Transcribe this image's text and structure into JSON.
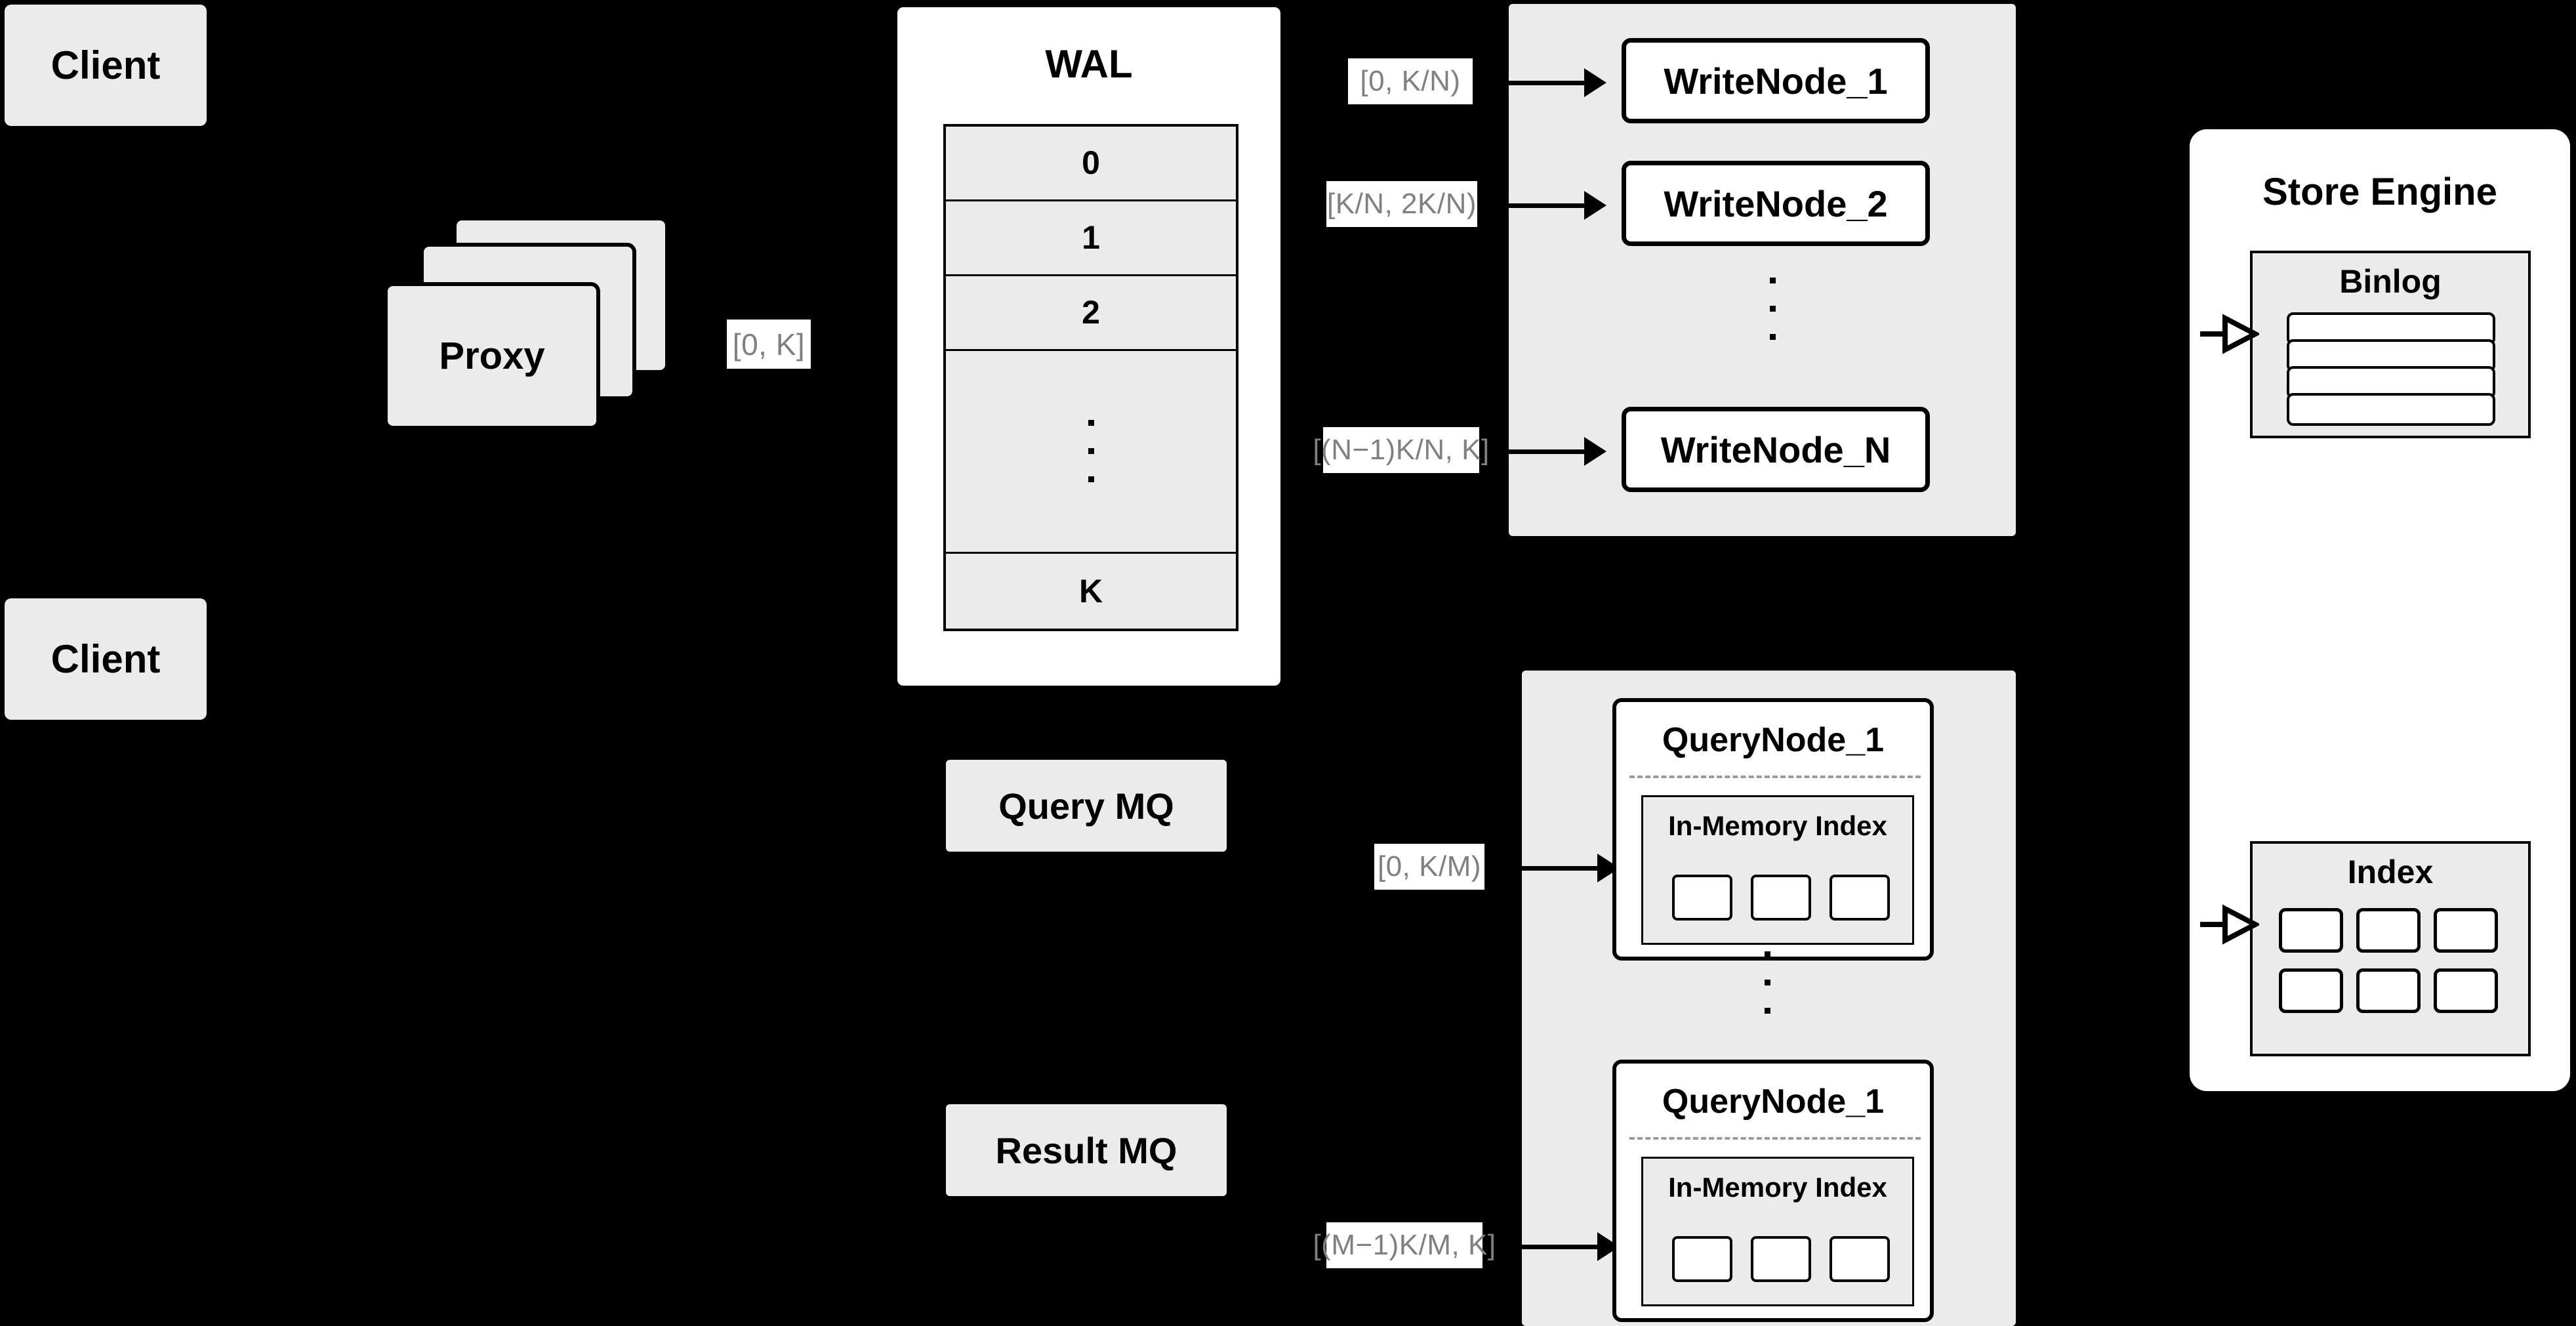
{
  "diagram": {
    "title": "Distributed write/query architecture",
    "background": "#000000",
    "accent_gray": "#ebebeb",
    "label_text_color": "#808080"
  },
  "clients": [
    {
      "label": "Client"
    },
    {
      "label": "Client"
    }
  ],
  "proxy": {
    "label": "Proxy",
    "stack_count": 3
  },
  "wal": {
    "title": "WAL",
    "rows": [
      "0",
      "1",
      "2",
      "",
      "K"
    ],
    "ellipsis_dots": 3
  },
  "edge_labels": {
    "proxy_to_wal": "[0, K]",
    "wal_to_writenode_1": "[0,  K/N)",
    "wal_to_writenode_2": "[K/N, 2K/N)",
    "wal_to_writenode_n": "[(N−1)K/N,  K]",
    "mq_to_querynode_1": "[0, K/M)",
    "mq_to_querynode_m": "[(M−1)K/M, K]"
  },
  "write_group": {
    "nodes": [
      {
        "label": "WriteNode_1"
      },
      {
        "label": "WriteNode_2"
      },
      {
        "label": "WriteNode_N"
      }
    ],
    "ellipsis_dots": 3
  },
  "queues": [
    {
      "label": "Query MQ"
    },
    {
      "label": "Result MQ"
    }
  ],
  "query_group": {
    "nodes": [
      {
        "label": "QueryNode_1",
        "index_label": "In-Memory Index",
        "index_cells": 3
      },
      {
        "label": "QueryNode_1",
        "index_label": "In-Memory Index",
        "index_cells": 3
      }
    ],
    "ellipsis_dots": 3
  },
  "store_engine": {
    "title": "Store Engine",
    "binlog": {
      "title": "Binlog",
      "bar_count": 4
    },
    "index": {
      "title": "Index",
      "rows": 2,
      "cols": 3
    }
  }
}
